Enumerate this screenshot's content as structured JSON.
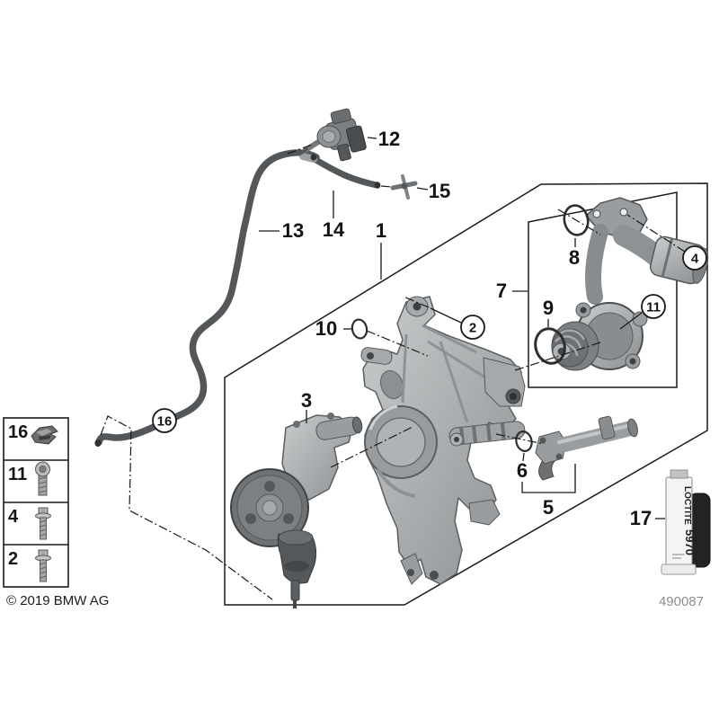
{
  "figure": {
    "copyright": "© 2019 BMW AG",
    "drawing_number": "490087"
  },
  "callouts": {
    "plain": {
      "1": "1",
      "3": "3",
      "5": "5",
      "6": "6",
      "7": "7",
      "8": "8",
      "9": "9",
      "10": "10",
      "12": "12",
      "13": "13",
      "14": "14",
      "15": "15",
      "17": "17"
    },
    "circled": {
      "2": "2",
      "4": "4",
      "11": "11",
      "16": "16"
    }
  },
  "legend": {
    "rows": [
      {
        "number": "16",
        "part_icon": "body-clip-nut"
      },
      {
        "number": "11",
        "part_icon": "pan-head-screw"
      },
      {
        "number": "4",
        "part_icon": "flange-bolt"
      },
      {
        "number": "2",
        "part_icon": "flange-bolt"
      }
    ]
  },
  "loctite_tube": {
    "brand": "LOCTITE",
    "number": "5970"
  }
}
